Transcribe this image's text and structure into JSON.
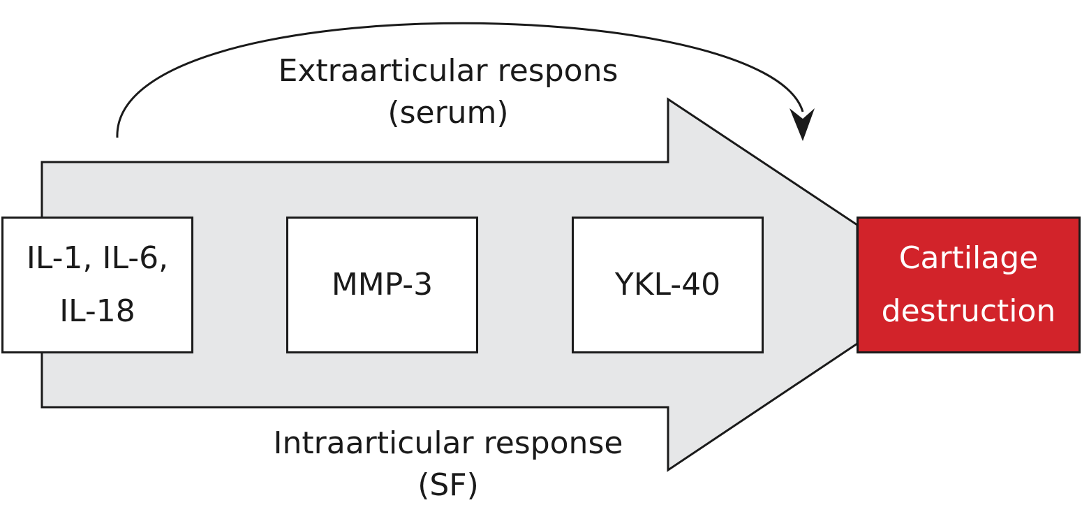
{
  "top_response": {
    "line1": "Extraarticular respons",
    "line2": "(serum)"
  },
  "bottom_response": {
    "line1": "Intraarticular response",
    "line2": "(SF)"
  },
  "markers": [
    {
      "line1": "IL-1, IL-6,",
      "line2": "IL-18"
    },
    {
      "line1": "MMP-3"
    },
    {
      "line1": "YKL-40"
    }
  ],
  "outcome": {
    "line1": "Cartilage",
    "line2": "destruction",
    "color": "#d2232a"
  },
  "colors": {
    "arrow_fill": "#e6e7e8",
    "stroke": "#1a1a1a"
  }
}
